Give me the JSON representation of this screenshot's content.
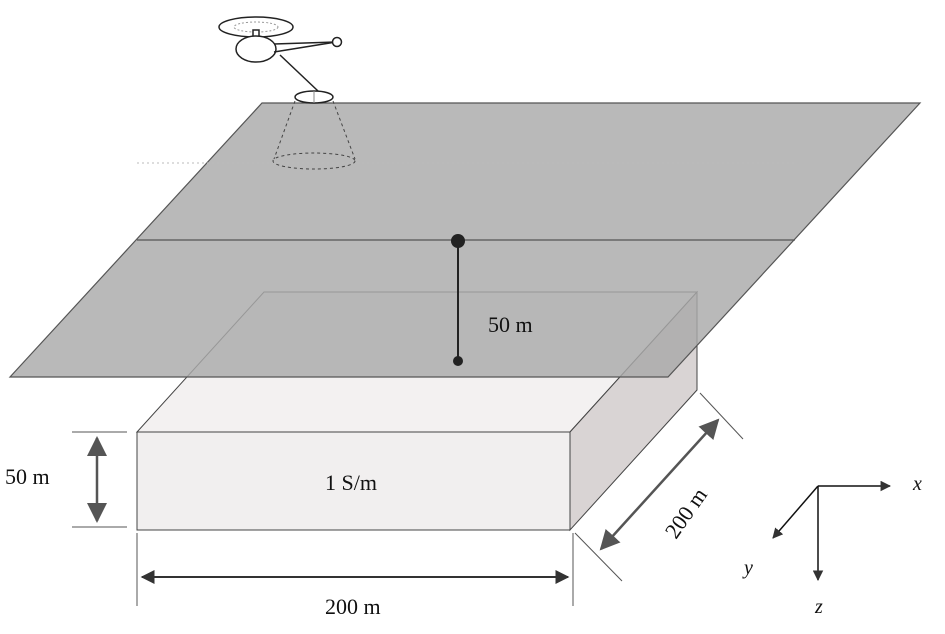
{
  "labels": {
    "depth": "50 m",
    "thickness": "50 m",
    "conductivity": "1 S/m",
    "width": "200 m",
    "length": "200 m",
    "axis_x": "x",
    "axis_y": "y",
    "axis_z": "z"
  },
  "colors": {
    "ground_plane": "#a9a9a9",
    "block_front": "#f1efef",
    "block_side": "#d9d4d4",
    "line": "#222222"
  },
  "icons": {
    "aircraft": "helicopter-icon",
    "sensor": "tx-loop-icon"
  }
}
